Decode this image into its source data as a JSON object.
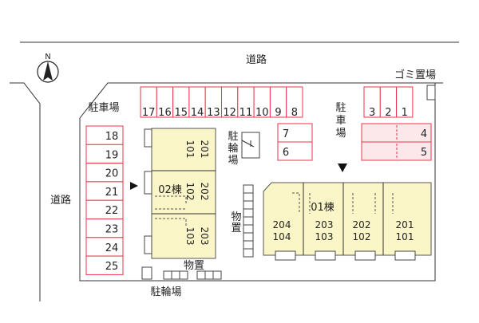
{
  "compass": {
    "letter": "N"
  },
  "roads": {
    "top": "道路",
    "left": "道路"
  },
  "parking": {
    "top_left_label": "駐車場",
    "top_right_label": "駐車場",
    "top_row": [
      "17",
      "16",
      "15",
      "14",
      "13",
      "12",
      "11",
      "10",
      "9",
      "8"
    ],
    "left_column": [
      "18",
      "19",
      "20",
      "21",
      "22",
      "23",
      "24",
      "25"
    ],
    "center": [
      "7",
      "6"
    ],
    "top_right": [
      "3",
      "2",
      "1"
    ],
    "right": [
      "4",
      "5"
    ]
  },
  "garbage": {
    "label": "ゴミ置場"
  },
  "bicycle": {
    "top_label": "駐輪場",
    "bottom_label": "駐輪場"
  },
  "storage": {
    "bottom_label": "物置",
    "middle_label": "物置"
  },
  "building_02": {
    "name": "02棟",
    "units": [
      {
        "upper": "201",
        "lower": "101"
      },
      {
        "upper": "202",
        "lower": "102"
      },
      {
        "upper": "203",
        "lower": "103"
      }
    ]
  },
  "building_01": {
    "name": "01棟",
    "units": [
      {
        "upper": "204",
        "lower": "104"
      },
      {
        "upper": "203",
        "lower": "103"
      },
      {
        "upper": "202",
        "lower": "102"
      },
      {
        "upper": "201",
        "lower": "101"
      }
    ]
  }
}
